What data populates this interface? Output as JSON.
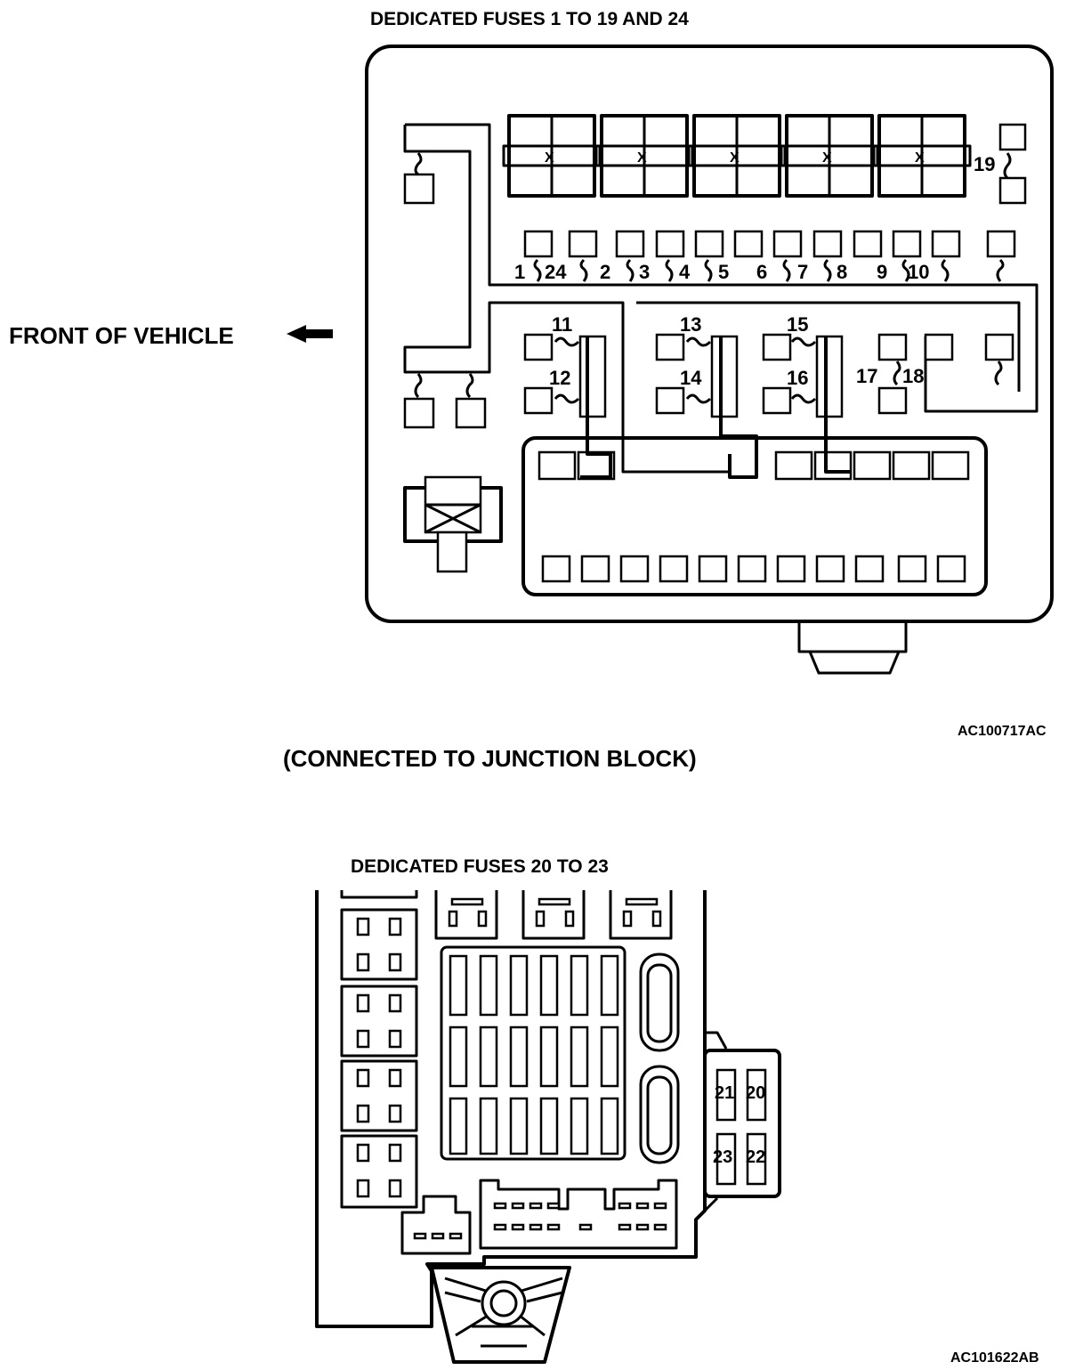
{
  "top": {
    "title": "DEDICATED FUSES 1 TO 19 AND 24",
    "side_label": "FRONT OF VEHICLE",
    "code": "AC100717AC",
    "fuse_row": [
      "1",
      "24",
      "2",
      "3",
      "4",
      "5",
      "6",
      "7",
      "8",
      "9",
      "10"
    ],
    "fuse_19": "19",
    "fuse_11": "11",
    "fuse_12": "12",
    "fuse_13": "13",
    "fuse_14": "14",
    "fuse_15": "15",
    "fuse_16": "16",
    "fuse_17": "17",
    "fuse_18": "18"
  },
  "caption": "(CONNECTED TO JUNCTION BLOCK)",
  "bottom": {
    "title": "DEDICATED FUSES 20 TO 23",
    "code": "AC101622AB",
    "fuse_21": "21",
    "fuse_20": "20",
    "fuse_23": "23",
    "fuse_22": "22"
  }
}
